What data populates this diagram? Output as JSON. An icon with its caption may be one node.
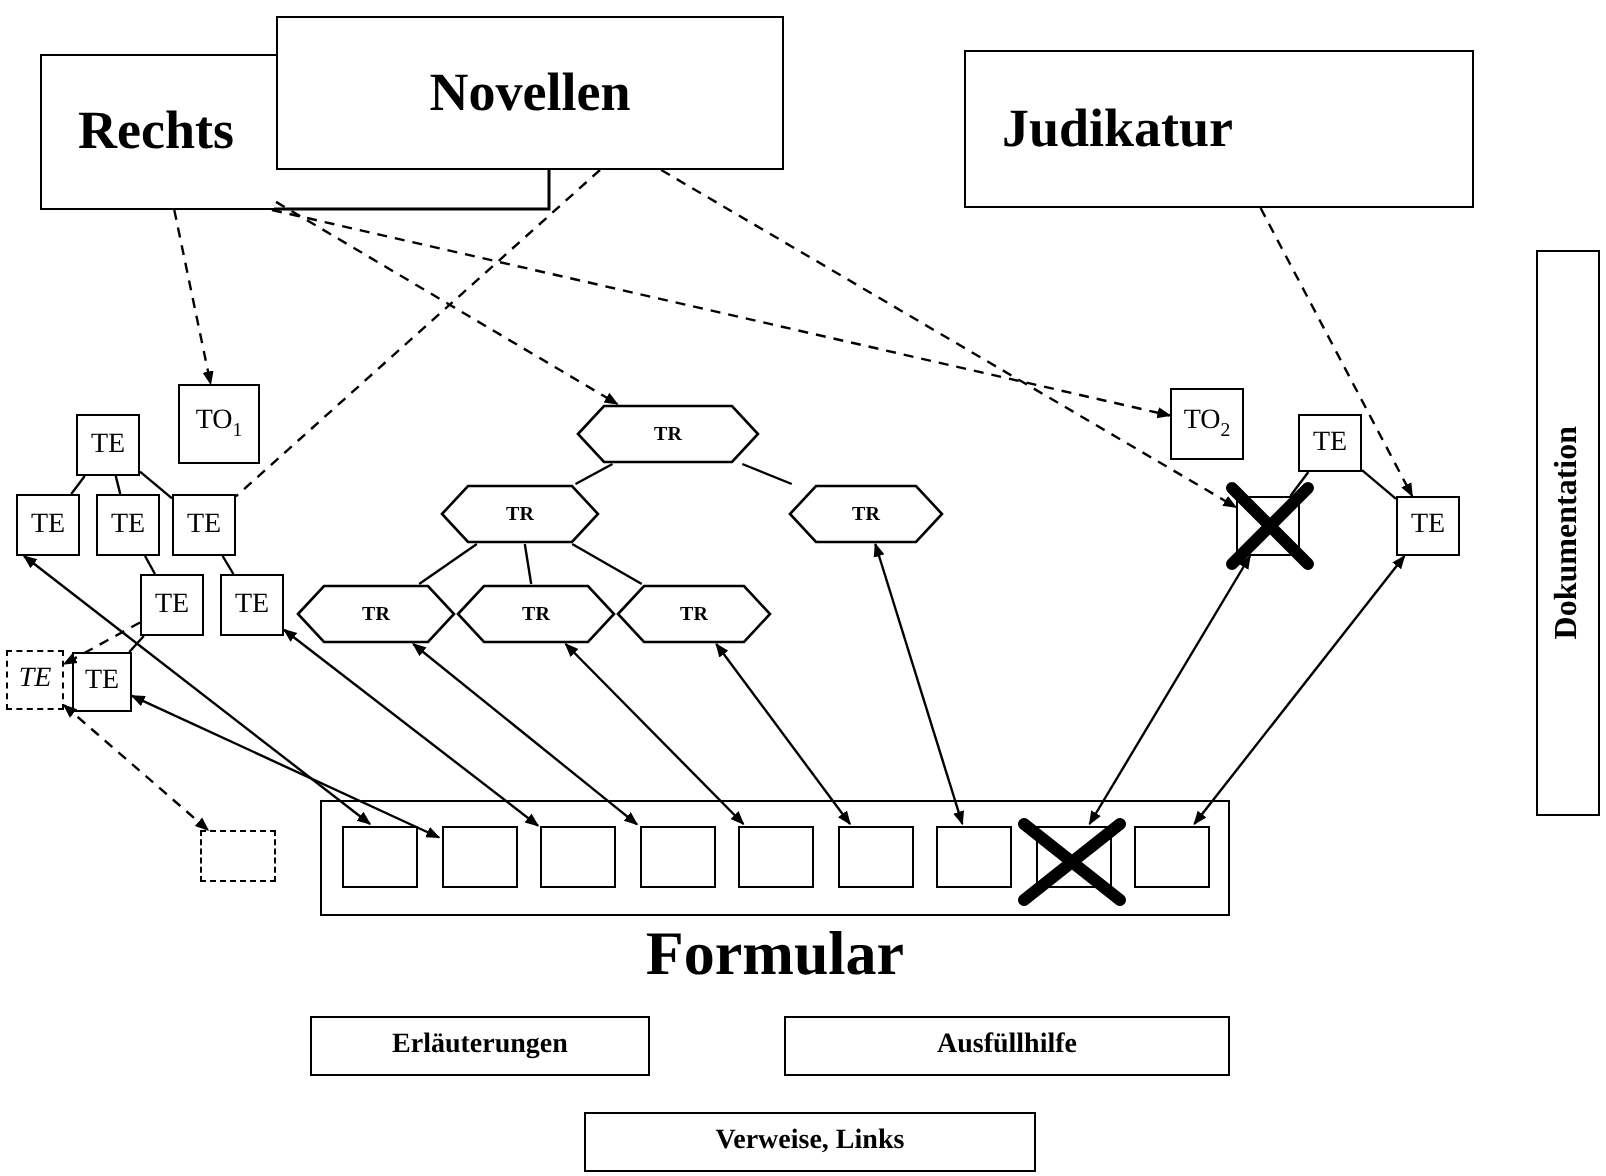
{
  "diagram": {
    "nodes": [
      {
        "text": [
          "Rechts"
        ]
      },
      {
        "text": [
          "Novellen"
        ]
      },
      {
        "text": [
          "Judikatur"
        ]
      },
      {
        "text": [
          "Dokumentation"
        ]
      },
      {
        "text": [
          "TO$_{1}$"
        ]
      },
      {
        "text": [
          "TE"
        ]
      },
      {
        "text": [
          "TE"
        ]
      },
      {
        "text": [
          "TE"
        ]
      },
      {
        "text": [
          "TE"
        ]
      },
      {
        "text": [
          "TE"
        ]
      },
      {
        "text": [
          "TE"
        ]
      },
      {
        "text": [
          "TE"
        ]
      },
      {
        "text": [
          "TE"
        ]
      },
      {
        "text": [],
        "shape": "box"
      },
      {
        "text": [
          "TR"
        ]
      },
      {
        "text": [
          "TR"
        ]
      },
      {
        "text": [
          "TR"
        ]
      },
      {
        "text": [
          "TR"
        ]
      },
      {
        "text": [
          "TR"
        ]
      },
      {
        "text": [
          "TR"
        ]
      },
      {
        "text": [
          "TO$_{2}$"
        ]
      },
      {
        "text": [
          "TE"
        ]
      },
      {
        "text": [],
        "shape": "box"
      },
      {
        "text": [
          "TE"
        ]
      },
      {
        "text": [
          "Formular"
        ]
      },
      {
        "text": [],
        "shape": "box",
        "in": 24
      },
      {
        "text": [],
        "shape": "box",
        "in": 24
      },
      {
        "text": [],
        "shape": "box",
        "in": 24
      },
      {
        "text": [],
        "shape": "box",
        "in": 24
      },
      {
        "text": [],
        "shape": "box",
        "in": 24
      },
      {
        "text": [],
        "shape": "box",
        "in": 24
      },
      {
        "text": [],
        "shape": "box",
        "in": 24
      },
      {
        "text": [],
        "shape": "box",
        "in": 24
      },
      {
        "text": [],
        "shape": "box",
        "in": 24
      },
      {
        "text": [
          "Erläuterungen"
        ]
      },
      {
        "text": [
          "Ausfüllhilfe"
        ]
      },
      {
        "text": [
          "Verweise, Links"
        ]
      }
    ],
    "edges": [
      {
        "from": 5,
        "to": 6,
        "arrow": "none"
      },
      {
        "from": 5,
        "to": 7,
        "arrow": "none"
      },
      {
        "from": 5,
        "to": 8,
        "arrow": "none"
      },
      {
        "from": 7,
        "to": 9,
        "arrow": "none"
      },
      {
        "from": 8,
        "to": 10,
        "arrow": "none"
      },
      {
        "from": 9,
        "to": 12,
        "arrow": "none"
      },
      {
        "from": 14,
        "to": 15,
        "arrow": "none"
      },
      {
        "from": 14,
        "to": 16,
        "arrow": "none"
      },
      {
        "from": 15,
        "to": 17,
        "arrow": "none"
      },
      {
        "from": 15,
        "to": 18,
        "arrow": "none"
      },
      {
        "from": 15,
        "to": 19,
        "arrow": "none"
      },
      {
        "from": 21,
        "to": 22,
        "arrow": "none"
      },
      {
        "from": 21,
        "to": 23,
        "arrow": "none"
      },
      {
        "from": 0,
        "to": 4,
        "arrow": "to",
        "style": "dashed"
      },
      {
        "from": 0,
        "to": 14,
        "arrow": "to",
        "style": "dashed"
      },
      {
        "from": 0,
        "to": 20,
        "arrow": "to",
        "style": "dashed"
      },
      {
        "from": 1,
        "to": 22,
        "arrow": "to",
        "style": "dashed"
      },
      {
        "from": 1,
        "to": 8,
        "arrow": "none",
        "style": "dashed"
      },
      {
        "from": 2,
        "to": 23,
        "arrow": "to",
        "style": "dashed"
      },
      {
        "from": 9,
        "to": 11,
        "arrow": "to",
        "style": "dashed"
      },
      {
        "from": 11,
        "to": 13,
        "arrow": "both",
        "style": "dashed"
      },
      {
        "from": 25,
        "to": 6,
        "arrow": "both"
      },
      {
        "from": 26,
        "to": 12,
        "arrow": "both"
      },
      {
        "from": 27,
        "to": 10,
        "arrow": "both"
      },
      {
        "from": 28,
        "to": 17,
        "arrow": "both"
      },
      {
        "from": 29,
        "to": 18,
        "arrow": "both"
      },
      {
        "from": 30,
        "to": 19,
        "arrow": "both"
      },
      {
        "from": 31,
        "to": 16,
        "arrow": "both"
      },
      {
        "from": 32,
        "to": 22,
        "arrow": "both"
      },
      {
        "from": 33,
        "to": 23,
        "arrow": "both"
      }
    ]
  }
}
